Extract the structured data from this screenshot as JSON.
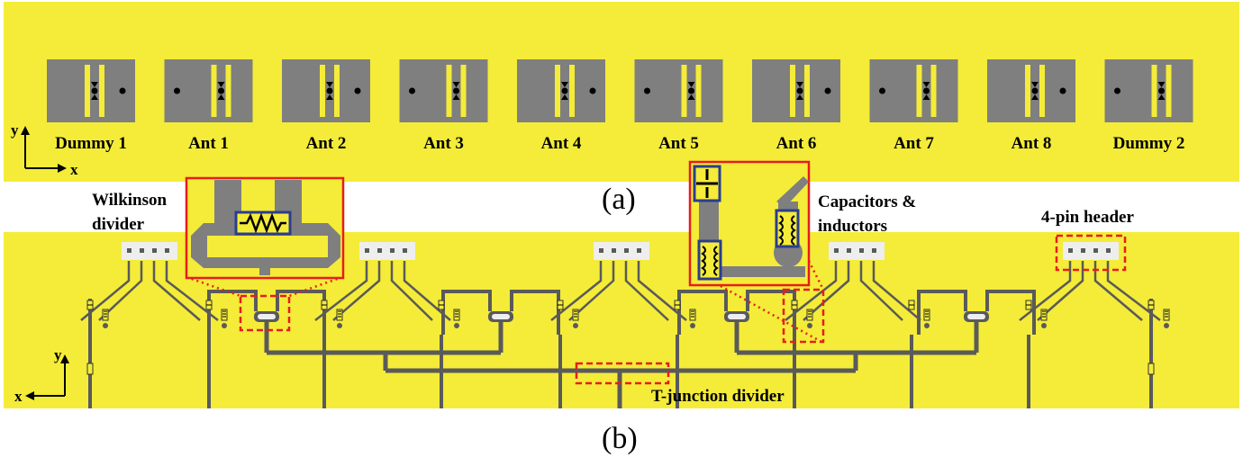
{
  "colors": {
    "substrate": "#f4ec38",
    "metal": "#7f7f7f",
    "trace": "#5a5a5a",
    "highlight": "#e81c1c",
    "component": "#2b3d8f",
    "header": "#eeeeee"
  },
  "panel_a": {
    "caption": "(a)",
    "axis_y": "y",
    "axis_x": "x",
    "antennas": [
      {
        "label": "Dummy 1",
        "dot": "right"
      },
      {
        "label": "Ant 1",
        "dot": "left"
      },
      {
        "label": "Ant 2",
        "dot": "right"
      },
      {
        "label": "Ant 3",
        "dot": "left"
      },
      {
        "label": "Ant 4",
        "dot": "right"
      },
      {
        "label": "Ant 5",
        "dot": "left"
      },
      {
        "label": "Ant 6",
        "dot": "right"
      },
      {
        "label": "Ant 7",
        "dot": "left"
      },
      {
        "label": "Ant 8",
        "dot": "right"
      },
      {
        "label": "Dummy 2",
        "dot": "left"
      }
    ]
  },
  "panel_b": {
    "caption": "(b)",
    "axis_y": "y",
    "axis_x": "x",
    "annotations": {
      "wilkinson_line1": "Wilkinson",
      "wilkinson_line2": "divider",
      "capacitors_line1": "Capacitors &",
      "capacitors_line2": "inductors",
      "header": "4-pin header",
      "tjunction": "T-junction divider"
    }
  }
}
